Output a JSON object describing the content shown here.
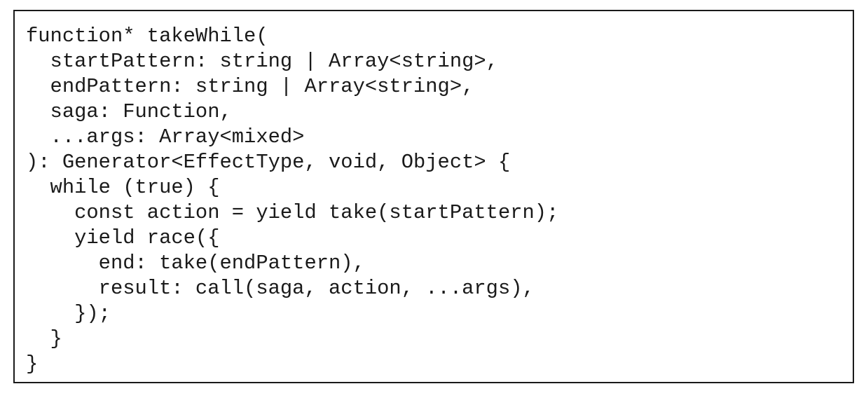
{
  "code": {
    "lines": [
      "function* takeWhile(",
      "  startPattern: string | Array<string>,",
      "  endPattern: string | Array<string>,",
      "  saga: Function,",
      "  ...args: Array<mixed>",
      "): Generator<EffectType, void, Object> {",
      "  while (true) {",
      "    const action = yield take(startPattern);",
      "    yield race({",
      "      end: take(endPattern),",
      "      result: call(saga, action, ...args),",
      "    });",
      "  }",
      "}"
    ]
  }
}
